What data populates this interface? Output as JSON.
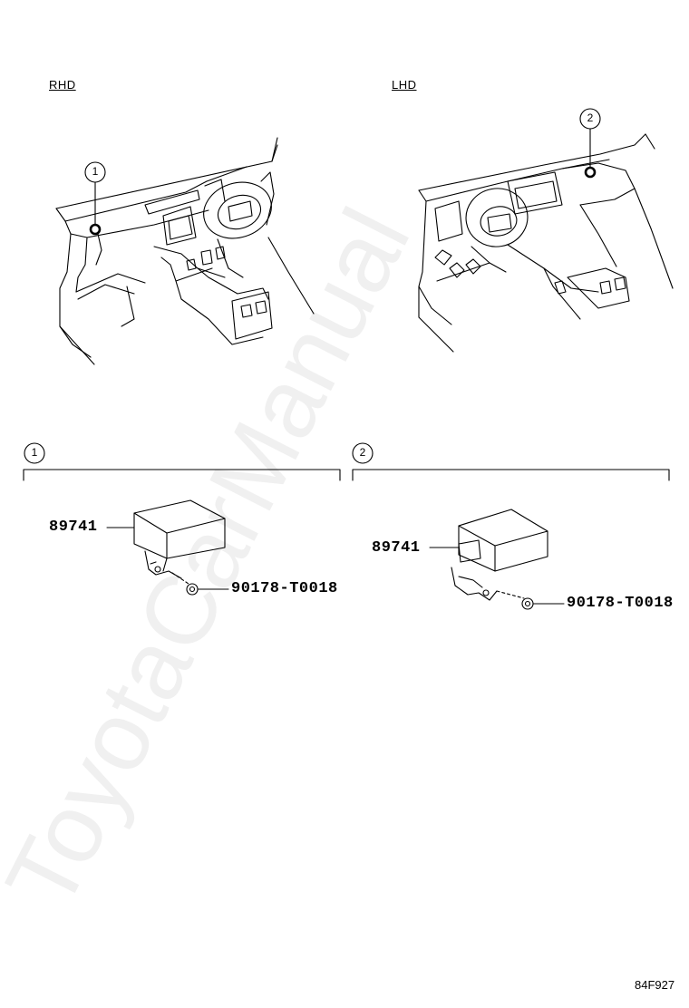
{
  "views": {
    "rhd_label": "RHD",
    "lhd_label": "LHD"
  },
  "callouts": {
    "one": "1",
    "two": "2"
  },
  "sections": [
    {
      "number": "1",
      "part": "89741",
      "fastener": "90178-T0018"
    },
    {
      "number": "2",
      "part": "89741",
      "fastener": "90178-T0018"
    }
  ],
  "watermark": "ToyotaCarManual",
  "figure_code": "84F927"
}
